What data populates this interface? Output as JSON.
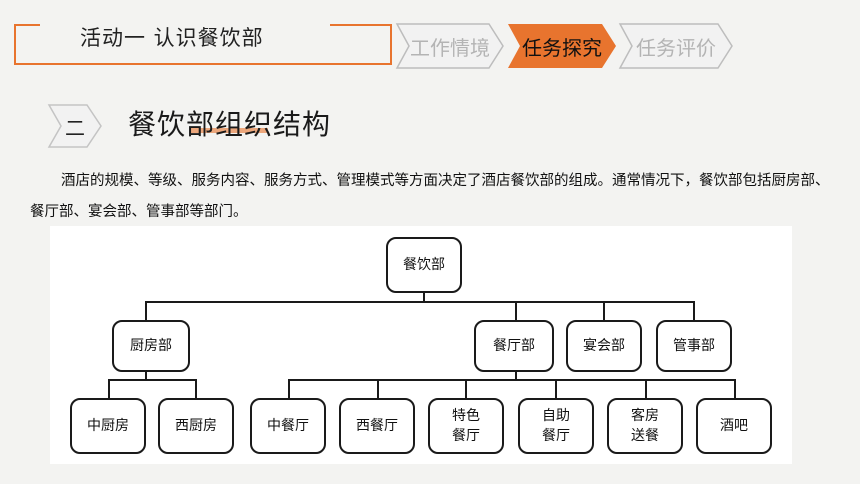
{
  "header": {
    "activity_title": "活动一   认识餐饮部",
    "steps": [
      {
        "label": "工作情境",
        "state": "inactive"
      },
      {
        "label": "任务探究",
        "state": "active"
      },
      {
        "label": "任务评价",
        "state": "inactive"
      }
    ]
  },
  "section": {
    "number": "二",
    "title": "餐饮部组织结构"
  },
  "paragraph": "酒店的规模、等级、服务内容、服务方式、管理模式等方面决定了酒店餐饮部的组成。通常情况下，餐饮部包括厨房部、餐厅部、宴会部、管事部等部门。",
  "org_chart": {
    "root": "餐饮部",
    "departments": [
      "厨房部",
      "餐厅部",
      "宴会部",
      "管事部"
    ],
    "kitchens": [
      "中厨房",
      "西厨房"
    ],
    "restaurants": [
      "中餐厅",
      "西餐厅",
      "特色餐厅",
      "自助餐厅",
      "客房送餐",
      "酒吧"
    ]
  },
  "colors": {
    "accent": "#e8742e",
    "background": "#f3f3f1",
    "inactive_step": "#b4b4b4"
  }
}
